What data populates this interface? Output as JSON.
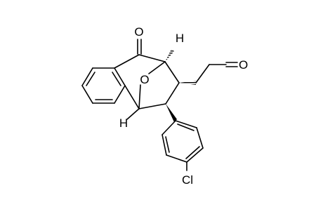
{
  "molecule": {
    "background": "#ffffff",
    "bond_color": "#000000",
    "atom_labels": {
      "ketone_oxygen": "O",
      "bridge_oxygen": "O",
      "aldehyde_oxygen": "O",
      "hydrogen_top": "H",
      "hydrogen_bottom": "H",
      "chlorine": "Cl"
    }
  }
}
